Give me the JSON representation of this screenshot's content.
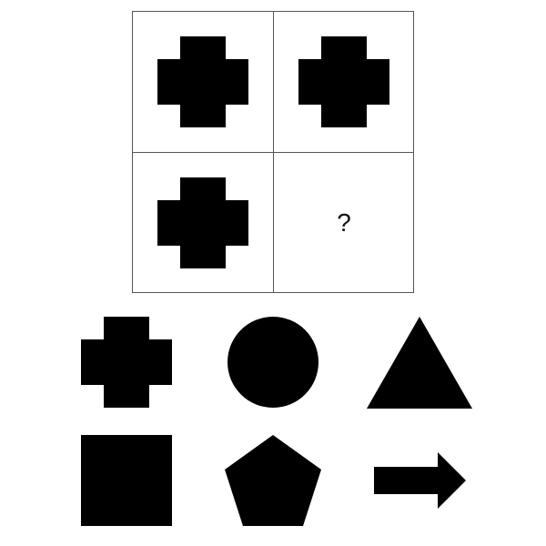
{
  "puzzle": {
    "cells": [
      {
        "content": "cross-shape"
      },
      {
        "content": "cross-shape"
      },
      {
        "content": "cross-shape"
      },
      {
        "content": "question-mark",
        "text": "?"
      }
    ]
  },
  "options": [
    {
      "shape": "cross"
    },
    {
      "shape": "circle"
    },
    {
      "shape": "triangle"
    },
    {
      "shape": "square"
    },
    {
      "shape": "pentagon"
    },
    {
      "shape": "arrow-right"
    }
  ],
  "colors": {
    "shape_fill": "#000000",
    "grid_line": "#555555",
    "background": "#ffffff"
  }
}
